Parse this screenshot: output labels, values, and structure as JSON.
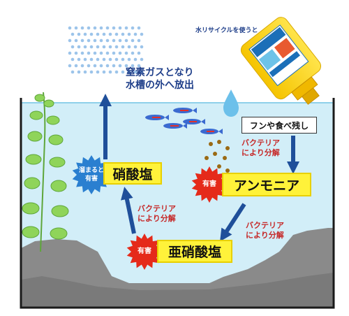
{
  "bottle_caption": "水リサイクルを使うと",
  "nitrogen_release": {
    "line1": "窒素ガスとなり",
    "line2": "水槽の外へ放出"
  },
  "waste_label": "フンや食べ残し",
  "bacteria_labels": {
    "top_right": {
      "line1": "バクテリア",
      "line2": "により分解"
    },
    "middle_right": {
      "line1": "バクテリア",
      "line2": "により分解"
    },
    "left": {
      "line1": "バクテリア",
      "line2": "により分解"
    }
  },
  "substances": {
    "nitrate": "硝酸塩",
    "ammonia": "アンモニア",
    "nitrite": "亜硝酸塩"
  },
  "hazard_tags": {
    "nitrate": {
      "line1": "溜まると",
      "line2": "有害"
    },
    "ammonia": "有害",
    "nitrite": "有害"
  },
  "colors": {
    "water": "#d2eef8",
    "tank_outline": "#1a1a1a",
    "arrow_blue": "#1f4f9a",
    "label_blue": "#1f3f8a",
    "label_red": "#c62828",
    "badge_yellow": "#fff23a",
    "hazard_red": "#e52a1a",
    "nitrate_tag_blue": "#2a7fd0",
    "rock_gray": "#8a8a8a",
    "plant_green": "#7cc84a"
  }
}
